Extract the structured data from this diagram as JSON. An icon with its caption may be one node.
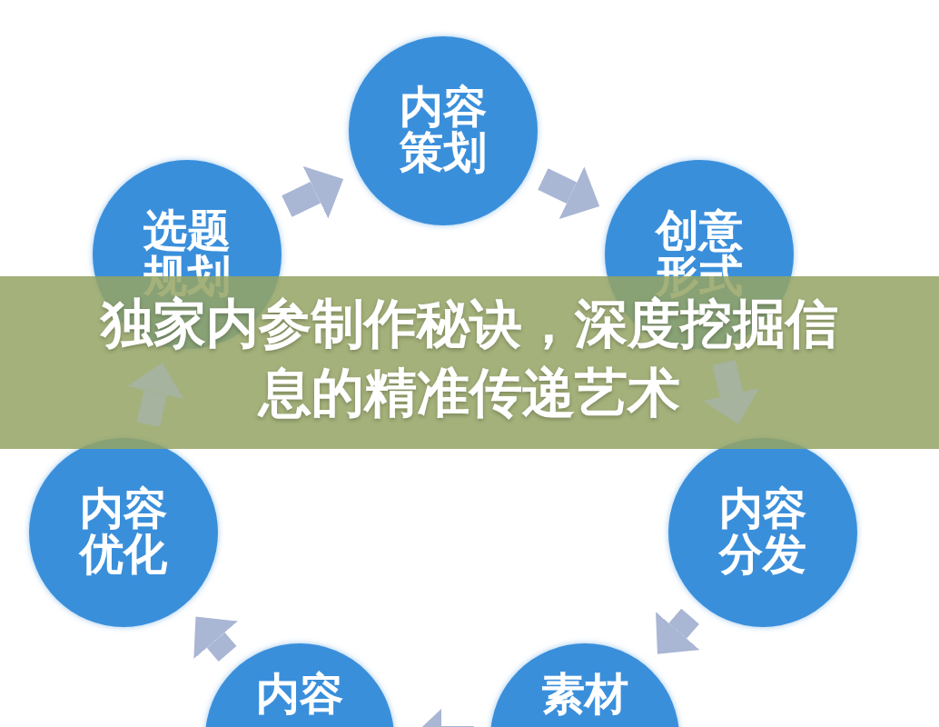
{
  "diagram": {
    "title": "独家内参制作秘诀，深度挖掘信息的精准传递艺术",
    "nodes": [
      {
        "text": [
          "内容策划"
        ]
      },
      {
        "text": [
          "选题规划"
        ]
      },
      {
        "text": [
          "创意形式"
        ]
      },
      {
        "text": [
          "内容优化"
        ]
      },
      {
        "text": [
          "内容分发"
        ]
      },
      {
        "text": [
          "内容"
        ]
      },
      {
        "text": [
          "素材"
        ]
      }
    ],
    "edges": [
      {
        "from": 1,
        "to": 0,
        "arrow": "to"
      },
      {
        "from": 0,
        "to": 2,
        "arrow": "to"
      },
      {
        "from": 2,
        "to": 4,
        "arrow": "to"
      },
      {
        "from": 4,
        "to": 6,
        "arrow": "to"
      },
      {
        "from": 6,
        "to": 5,
        "arrow": "to"
      },
      {
        "from": 5,
        "to": 3,
        "arrow": "to"
      },
      {
        "from": 3,
        "to": 1,
        "arrow": "to"
      }
    ]
  }
}
